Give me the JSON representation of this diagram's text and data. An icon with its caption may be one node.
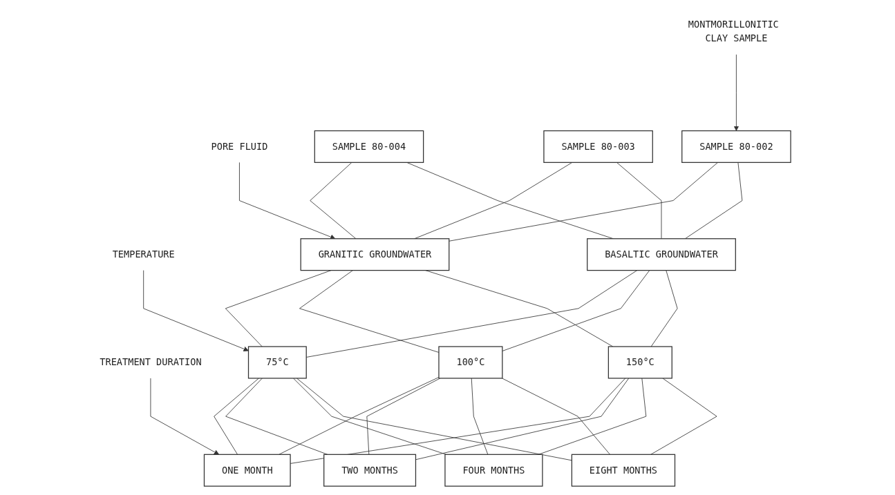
{
  "diagram": {
    "nodes": [
      {
        "text": [
          "MONTMORILLONITIC CLAY SAMPLE"
        ]
      },
      {
        "text": [
          "SAMPLE 80-002"
        ]
      },
      {
        "text": [
          "SAMPLE 80-003"
        ]
      },
      {
        "text": [
          "SAMPLE 80-004"
        ]
      },
      {
        "text": [
          "PORE FLUID"
        ]
      },
      {
        "text": [
          "GRANITIC GROUNDWATER"
        ]
      },
      {
        "text": [
          "BASALTIC GROUNDWATER"
        ]
      },
      {
        "text": [
          "TEMPERATURE"
        ]
      },
      {
        "text": [
          "75°C"
        ]
      },
      {
        "text": [
          "100°C"
        ]
      },
      {
        "text": [
          "150°C"
        ]
      },
      {
        "text": [
          "TREATMENT DURATION"
        ]
      },
      {
        "text": [
          "ONE MONTH"
        ]
      },
      {
        "text": [
          "TWO MONTHS"
        ]
      },
      {
        "text": [
          "FOUR MONTHS"
        ]
      },
      {
        "text": [
          "EIGHT MONTHS"
        ]
      }
    ],
    "edges": [
      {
        "from": 0,
        "to": 1,
        "arrow": "to"
      },
      {
        "from": 1,
        "to": 5,
        "arrow": "none"
      },
      {
        "from": 1,
        "to": 6,
        "arrow": "none"
      },
      {
        "from": 2,
        "to": 5,
        "arrow": "none"
      },
      {
        "from": 2,
        "to": 6,
        "arrow": "none"
      },
      {
        "from": 3,
        "to": 5,
        "arrow": "none"
      },
      {
        "from": 3,
        "to": 6,
        "arrow": "none"
      },
      {
        "from": 4,
        "to": 5,
        "arrow": "to"
      },
      {
        "from": 5,
        "to": 8,
        "arrow": "none"
      },
      {
        "from": 5,
        "to": 9,
        "arrow": "none"
      },
      {
        "from": 5,
        "to": 10,
        "arrow": "none"
      },
      {
        "from": 6,
        "to": 8,
        "arrow": "none"
      },
      {
        "from": 6,
        "to": 9,
        "arrow": "none"
      },
      {
        "from": 6,
        "to": 10,
        "arrow": "none"
      },
      {
        "from": 7,
        "to": 8,
        "arrow": "to"
      },
      {
        "from": 8,
        "to": 12,
        "arrow": "none"
      },
      {
        "from": 8,
        "to": 13,
        "arrow": "none"
      },
      {
        "from": 8,
        "to": 14,
        "arrow": "none"
      },
      {
        "from": 8,
        "to": 15,
        "arrow": "none"
      },
      {
        "from": 9,
        "to": 12,
        "arrow": "none"
      },
      {
        "from": 9,
        "to": 13,
        "arrow": "none"
      },
      {
        "from": 9,
        "to": 14,
        "arrow": "none"
      },
      {
        "from": 9,
        "to": 15,
        "arrow": "none"
      },
      {
        "from": 10,
        "to": 12,
        "arrow": "none"
      },
      {
        "from": 10,
        "to": 13,
        "arrow": "none"
      },
      {
        "from": 10,
        "to": 14,
        "arrow": "none"
      },
      {
        "from": 10,
        "to": 15,
        "arrow": "none"
      },
      {
        "from": 11,
        "to": 12,
        "arrow": "to"
      }
    ]
  }
}
